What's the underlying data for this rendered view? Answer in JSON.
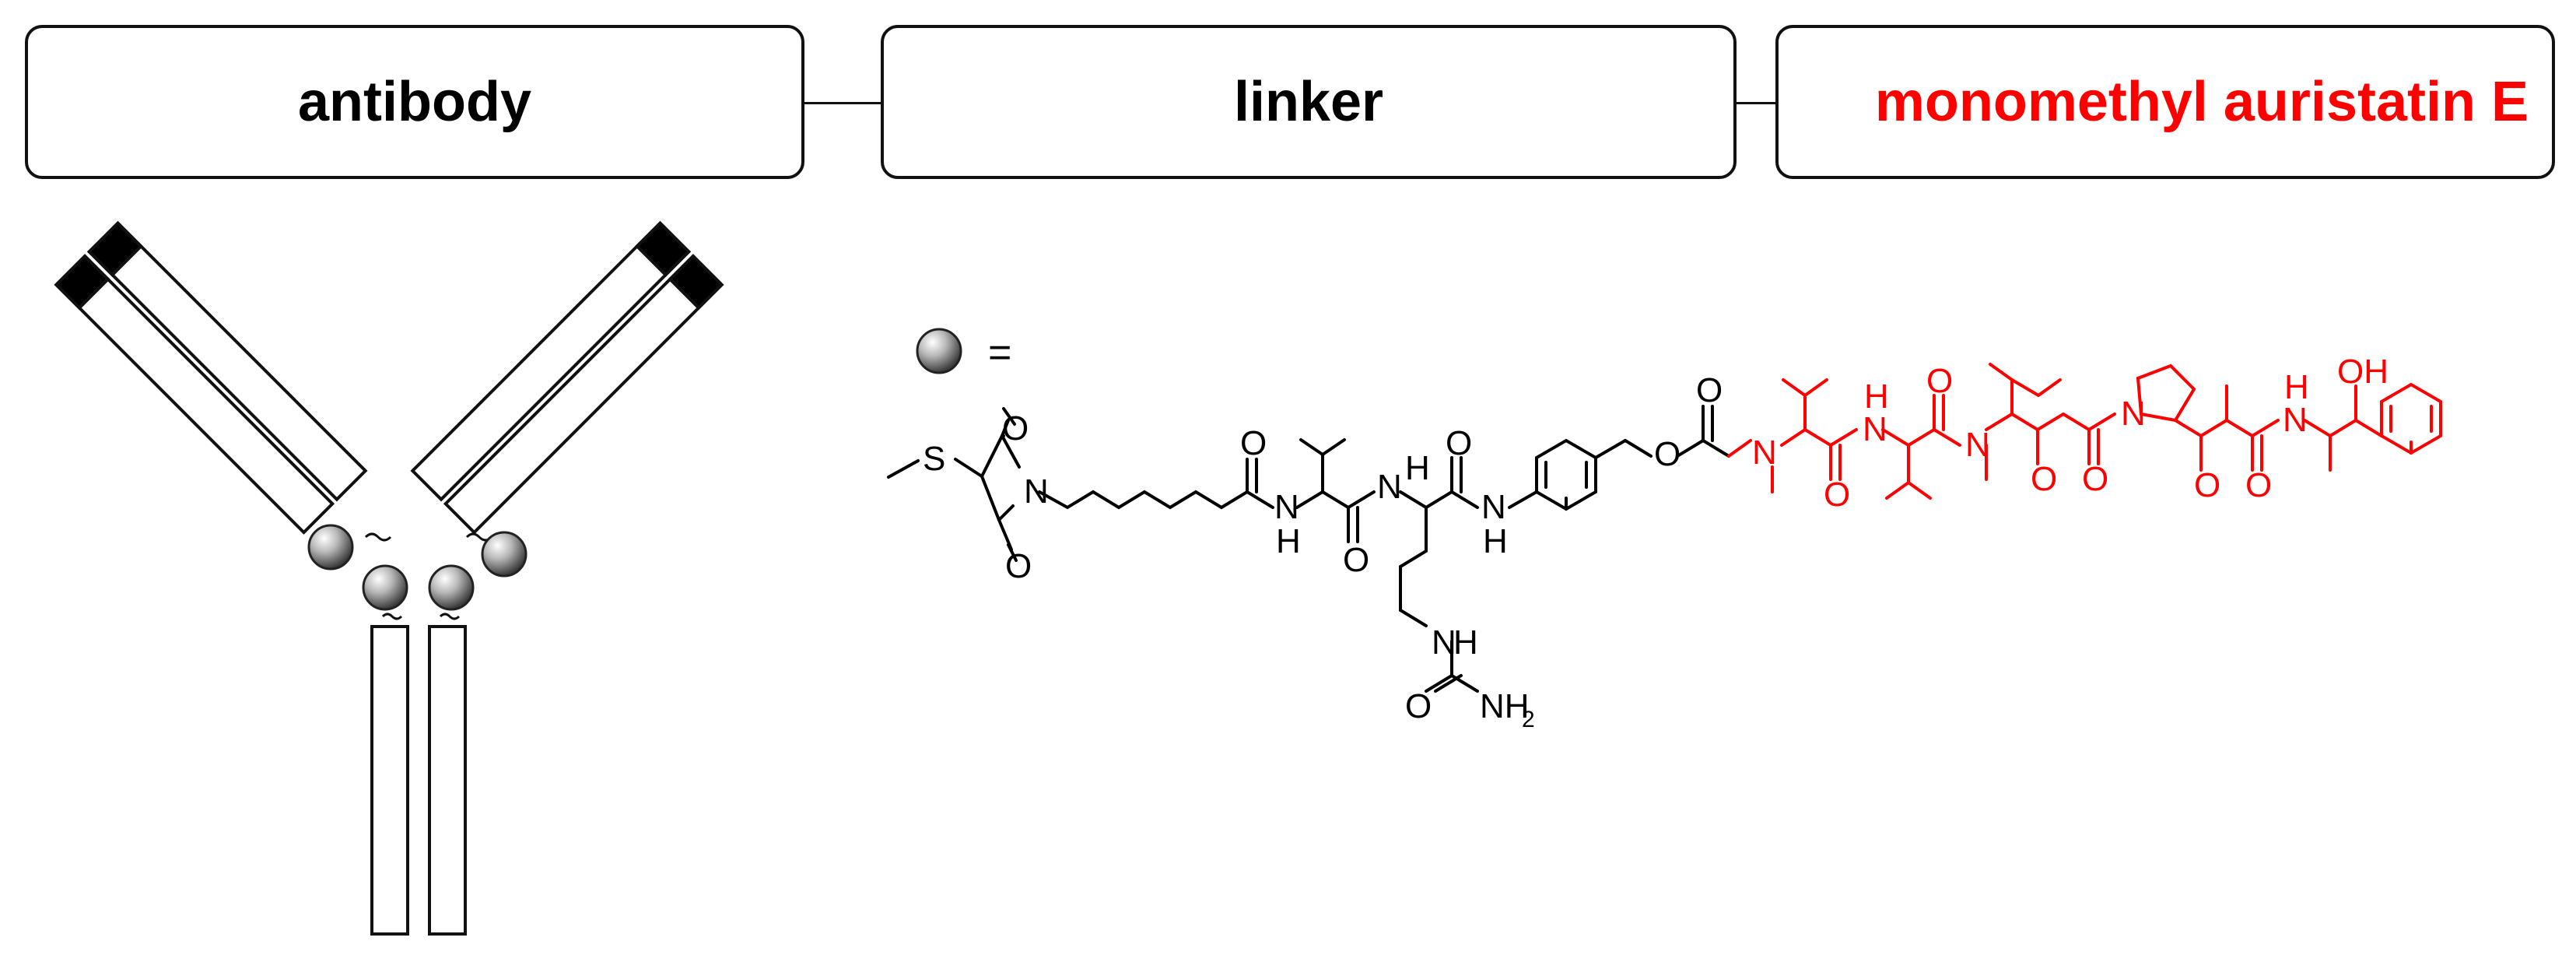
{
  "header": {
    "antibody": "antibody",
    "linker": "linker",
    "payload": "monomethyl auristatin E"
  },
  "legend": {
    "equals": "="
  },
  "atoms": {
    "S": "S",
    "N": "N",
    "O": "O",
    "H": "H",
    "NH2": "NH",
    "sub2": "2",
    "OH": "OH"
  },
  "colors": {
    "payload": "#ff0000",
    "ink": "#000000"
  }
}
